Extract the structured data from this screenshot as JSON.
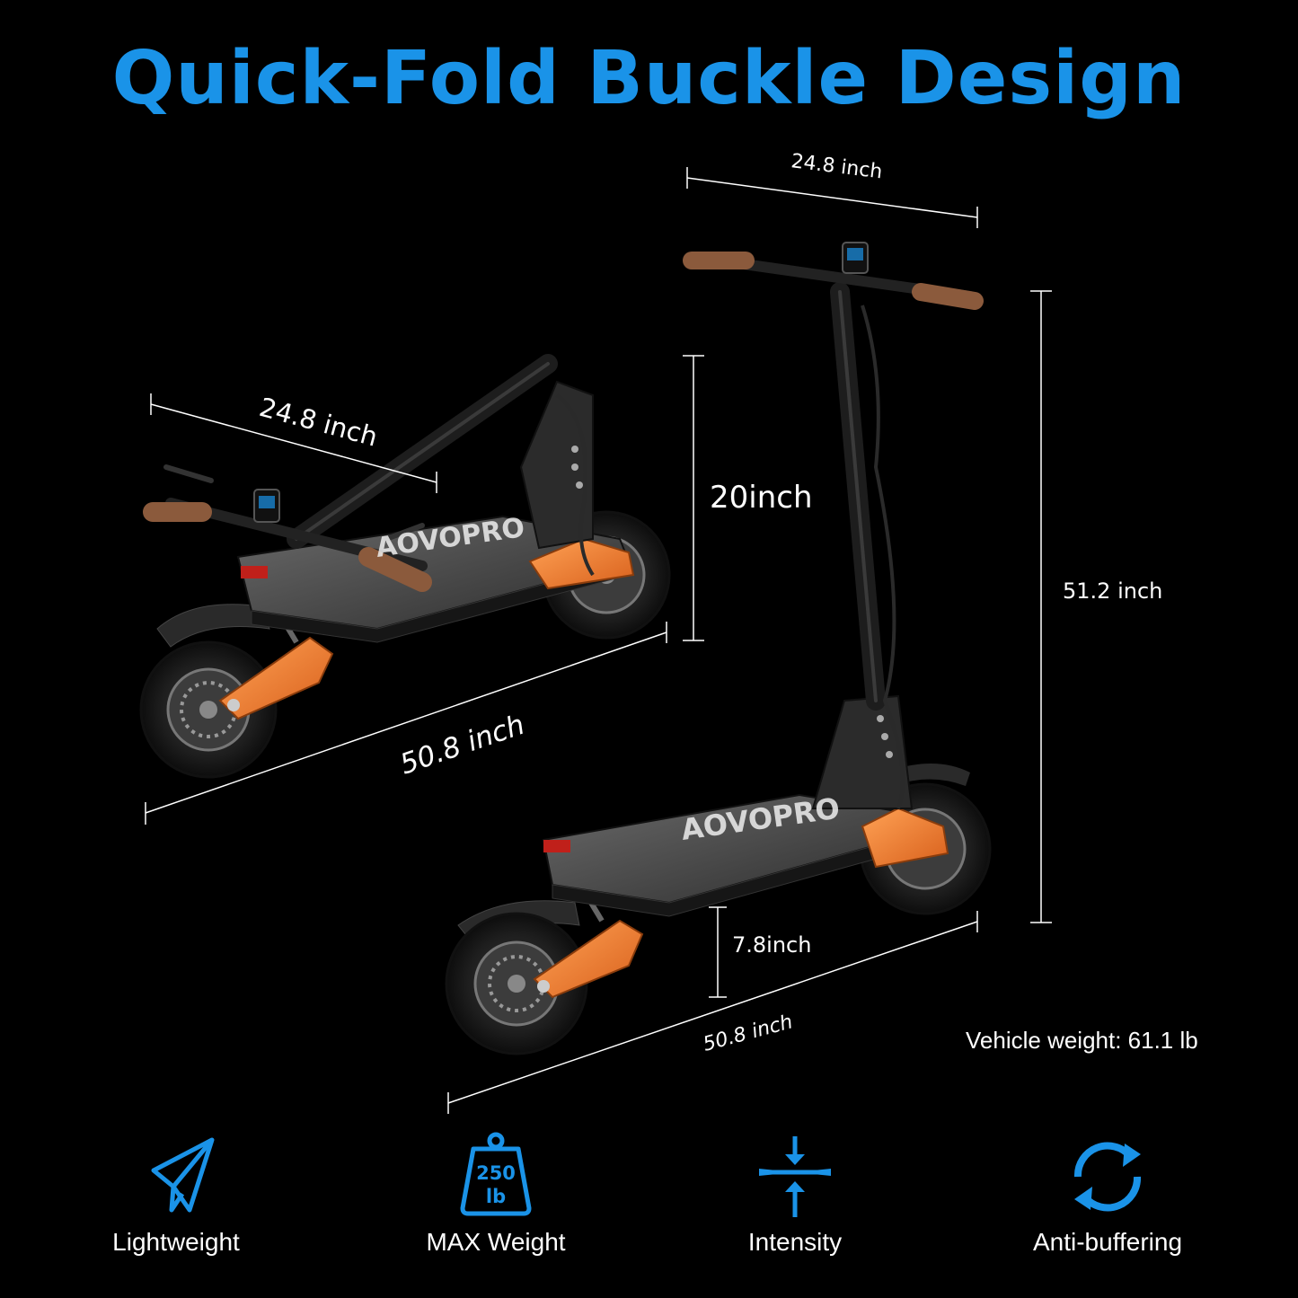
{
  "header": {
    "title": "Quick-Fold Buckle Design"
  },
  "colors": {
    "accent": "#1a93e8",
    "orange": "#e8782a",
    "grip": "#8b5a3c"
  },
  "folded": {
    "width_label": "24.8 inch",
    "height_label": "20inch",
    "length_label": "50.8 inch"
  },
  "unfolded": {
    "handlebar_label": "24.8 inch",
    "height_label": "51.2 inch",
    "clearance_label": "7.8inch",
    "length_label": "50.8 inch"
  },
  "weight_note": "Vehicle weight: 61.1 lb",
  "brand_deck_text": "AOVOPRO",
  "features": [
    {
      "icon": "paper-plane-icon",
      "label": "Lightweight"
    },
    {
      "icon": "weight-250lb-icon",
      "label": "MAX Weight",
      "badge_top": "250",
      "badge_bottom": "lb"
    },
    {
      "icon": "compression-arrows-icon",
      "label": "Intensity"
    },
    {
      "icon": "refresh-cycle-icon",
      "label": "Anti-buffering"
    }
  ]
}
